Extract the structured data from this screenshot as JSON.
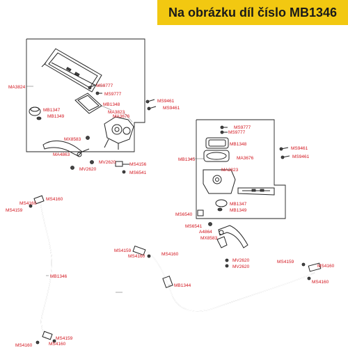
{
  "banner": {
    "text": "Na obrázku díl číslo MB1346",
    "background": "#f2c811"
  },
  "label_color": "#d2121b",
  "labels": {
    "l_ma3824": "MA3824",
    "l_ms9777_a": "MS9777",
    "l_ms9777_b": "MS9777",
    "l_mb1348_a": "MB1348",
    "l_mb1347_a": "MB1347",
    "l_mb1349_a": "MB1349",
    "l_ma3823_a": "MA3823",
    "l_ma3676_a": "MA3676",
    "l_ms9461_a": "MS9461",
    "l_ms9461_b": "MS9461",
    "l_mx8583_a": "MX8583",
    "l_ma4863": "MA4863",
    "l_mv2620_a": "MV2620",
    "l_mv2620_b": "MV2620",
    "l_ms4156": "MS4156",
    "l_ms6541_a": "MS6541",
    "l_ms9777_c": "MS9777",
    "l_ms9777_d": "MS9777",
    "l_mb1348_b": "MB1348",
    "l_mb1345": "MB1345",
    "l_ms9461_c": "MS9461",
    "l_ms9461_d": "MS9461",
    "l_ma3676_b": "MA3676",
    "l_ma3823_b": "MA3823",
    "l_mb1347_b": "MB1347",
    "l_mb1349_b": "MB1349",
    "l_ms6540": "MS6540",
    "l_ms6541_b": "MS6541",
    "l_a4864": "A4864",
    "l_mx8583_b": "MX8583",
    "l_mv2620_c": "MV2620",
    "l_mv2620_d": "MV2620",
    "l_ms4160_a": "MS4160",
    "l_ms4160_b": "MS4160",
    "l_ms4159_a": "MS4159",
    "l_mb1346": "MB1346",
    "l_ms4159_b": "MS4159",
    "l_ms4160_c": "MS4160",
    "l_ms4160_d": "MS4160",
    "l_ms4159_c": "MS4159",
    "l_ms4160_e": "MS4160",
    "l_ms4160_f": "MS4160",
    "l_mb1344": "MB1344",
    "l_ms4159_d": "MS4159",
    "l_ms4160_g": "MS4160",
    "l_ms4160_h": "MS4160"
  }
}
